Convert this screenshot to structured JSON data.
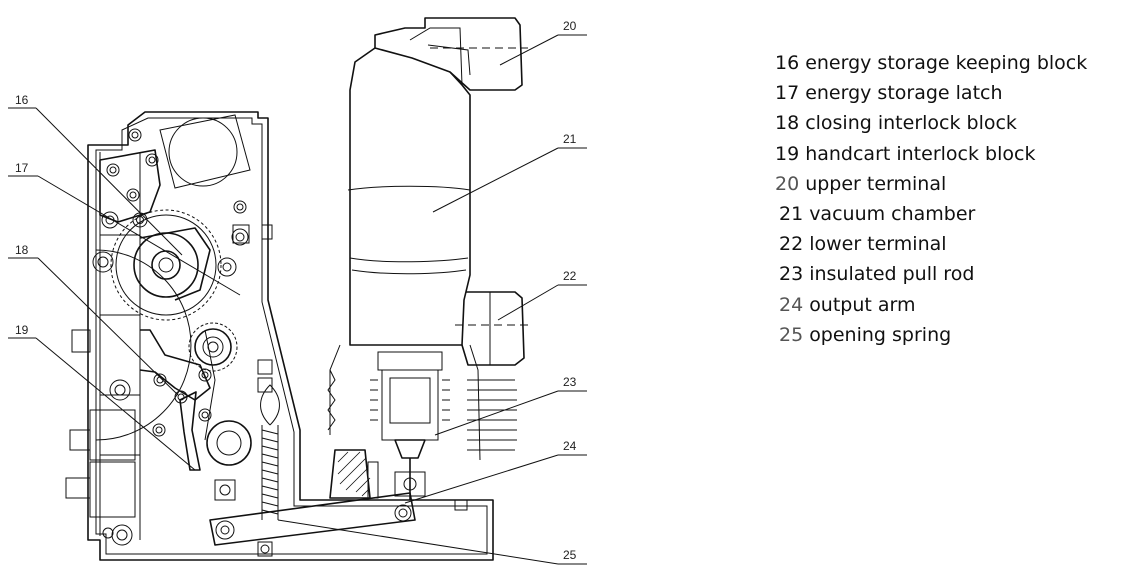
{
  "callouts": [
    {
      "number": "16"
    },
    {
      "number": "17"
    },
    {
      "number": "18"
    },
    {
      "number": "19"
    },
    {
      "number": "20"
    },
    {
      "number": "21"
    },
    {
      "number": "22"
    },
    {
      "number": "23"
    },
    {
      "number": "24"
    },
    {
      "number": "25"
    }
  ],
  "legend": [
    {
      "number": "16",
      "label": "energy storage keeping block"
    },
    {
      "number": "17",
      "label": "energy storage latch"
    },
    {
      "number": "18",
      "label": "closing interlock block"
    },
    {
      "number": "19",
      "label": "handcart interlock block"
    },
    {
      "number": "20",
      "label": "upper terminal"
    },
    {
      "number": "21",
      "label": "vacuum chamber"
    },
    {
      "number": "22",
      "label": "lower terminal"
    },
    {
      "number": "23",
      "label": "insulated pull rod"
    },
    {
      "number": "24",
      "label": "output arm"
    },
    {
      "number": "25",
      "label": "opening spring"
    }
  ]
}
